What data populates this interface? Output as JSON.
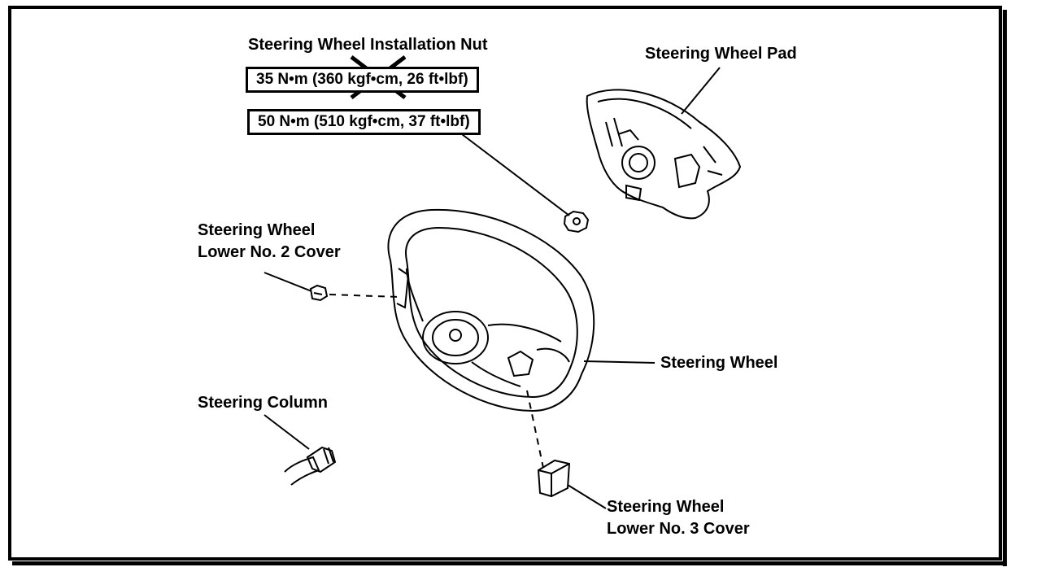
{
  "labels": {
    "installation_nut": "Steering Wheel Installation Nut",
    "torque_old": "35 N•m (360 kgf•cm, 26 ft•lbf)",
    "torque_new": "50 N•m (510 kgf•cm, 37 ft•lbf)",
    "wheel_pad": "Steering Wheel Pad",
    "lower_no2_cover_line1": "Steering Wheel",
    "lower_no2_cover_line2": "Lower No. 2 Cover",
    "steering_wheel": "Steering Wheel",
    "steering_column": "Steering Column",
    "lower_no3_cover_line1": "Steering Wheel",
    "lower_no3_cover_line2": "Lower No. 3 Cover"
  },
  "colors": {
    "ink": "#000000",
    "paper": "#ffffff"
  }
}
